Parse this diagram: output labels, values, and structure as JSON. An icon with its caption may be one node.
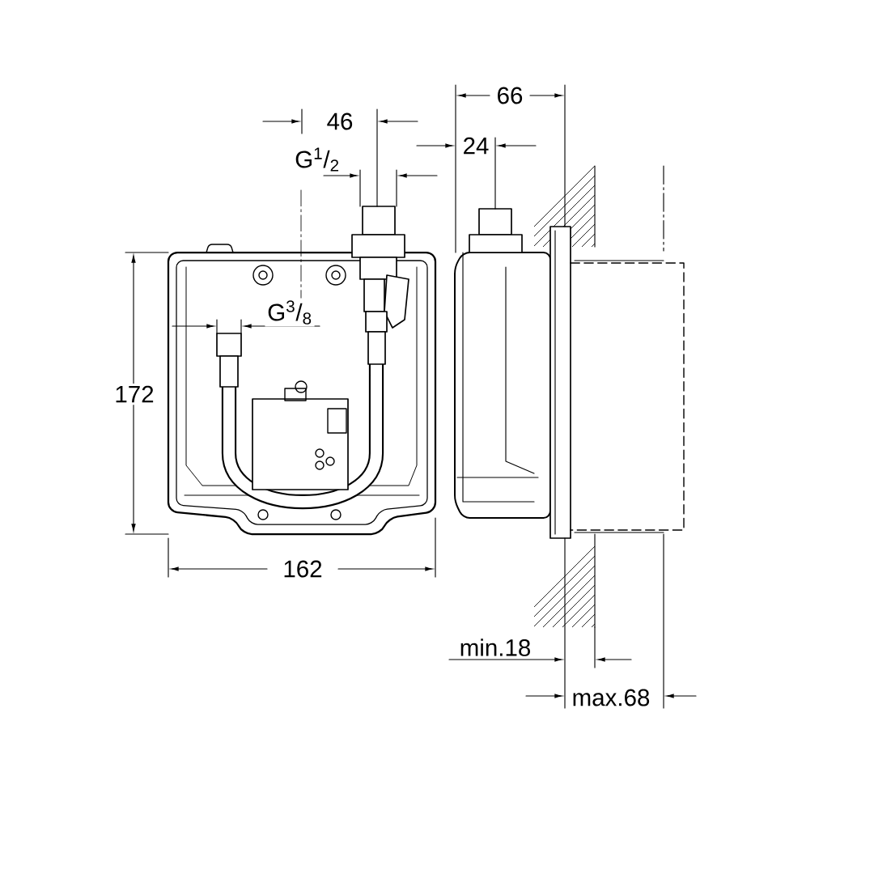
{
  "diagram": {
    "labels": [
      "66",
      "46",
      "24",
      "G$^{1}$/$_{2}$",
      "G$^{3}$/$_{8}$",
      "172",
      "162",
      "min.18",
      "max.68"
    ]
  }
}
